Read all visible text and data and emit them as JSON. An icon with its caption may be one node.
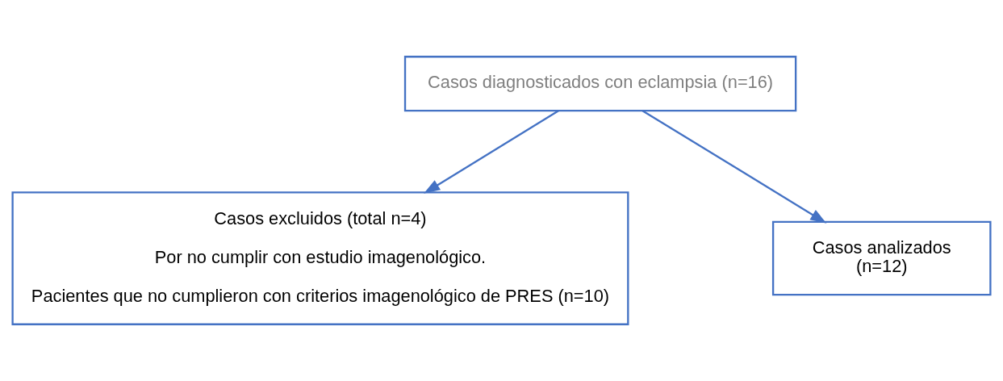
{
  "diagram": {
    "nodes": [
      {
        "text": [
          "Casos diagnosticados con eclampsia (n=16)"
        ]
      },
      {
        "text": [
          "Casos excluidos (total n=4)",
          "Por no cumplir con estudio imagenológico.",
          "Pacientes que no cumplieron con criterios imagenológico de PRES (n=10)"
        ]
      },
      {
        "text": [
          "Casos analizados",
          "(n=12)"
        ]
      }
    ],
    "edges": [
      {
        "from": 0,
        "to": 1,
        "arrow": "to"
      },
      {
        "from": 0,
        "to": 2,
        "arrow": "to"
      }
    ]
  }
}
